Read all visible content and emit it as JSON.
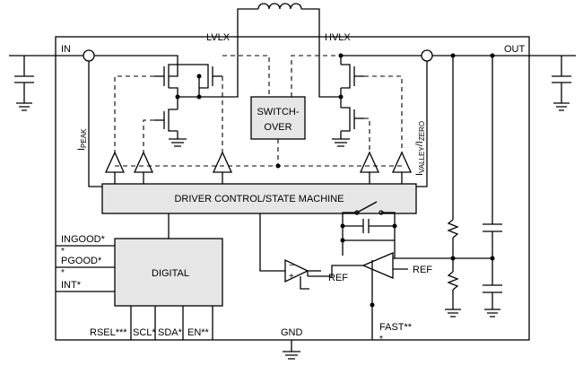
{
  "pins": {
    "in": "IN",
    "out": "OUT",
    "lvlx": "LVLX",
    "hvlx": "HVLX",
    "gnd": "GND",
    "ingood": "INGOOD*",
    "pgood": "PGOOD*",
    "int": "INT*",
    "rsel": "RSEL***",
    "scl": "SCL*",
    "sda": "SDA*",
    "en": "EN**",
    "fast": "FAST**",
    "star": "*"
  },
  "blocks": {
    "switchover_line1": "SWITCH-",
    "switchover_line2": "OVER",
    "driver_control": "DRIVER CONTROL/STATE MACHINE",
    "digital": "DIGITAL"
  },
  "labels": {
    "ipeak_main": "I",
    "ipeak_sub": "PEAK",
    "ivalley_main": "I",
    "ivalley_sub": "VALLEY",
    "izero_main": "/I",
    "izero_sub": "ZERO",
    "ref1": "REF",
    "ref2": "REF"
  }
}
